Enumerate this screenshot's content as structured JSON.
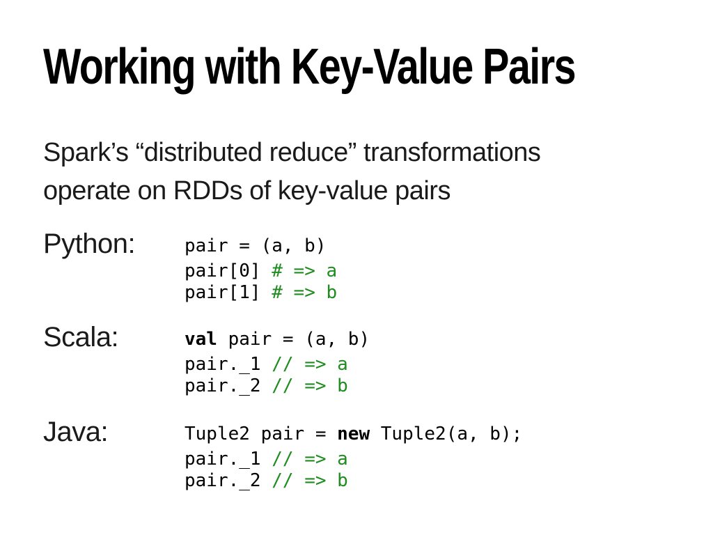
{
  "slide": {
    "title": "Working with Key-Value Pairs",
    "subtitle": {
      "line1": "Spark’s “distributed reduce” transformations",
      "line2": "operate on RDDs of key-value pairs"
    },
    "colors": {
      "background": "#ffffff",
      "title_text": "#000000",
      "body_text": "#1a1a1a",
      "code_text": "#000000",
      "comment_green": "#1f8c1f"
    },
    "sections": [
      {
        "id": "python",
        "label": "Python:",
        "code_lines": [
          {
            "segments": [
              {
                "text": "pair = (a, b)",
                "style": "plain"
              }
            ]
          },
          {
            "segments": [
              {
                "text": "pair[0] ",
                "style": "plain"
              },
              {
                "text": "# => a",
                "style": "comment"
              }
            ]
          },
          {
            "segments": [
              {
                "text": "pair[1] ",
                "style": "plain"
              },
              {
                "text": "# => b",
                "style": "comment"
              }
            ]
          }
        ]
      },
      {
        "id": "scala",
        "label": "Scala:",
        "code_lines": [
          {
            "segments": [
              {
                "text": "val",
                "style": "bold"
              },
              {
                "text": " pair = (a, b)",
                "style": "plain"
              }
            ]
          },
          {
            "segments": [
              {
                "text": "pair._1 ",
                "style": "plain"
              },
              {
                "text": "// => a",
                "style": "comment"
              }
            ]
          },
          {
            "segments": [
              {
                "text": "pair._2 ",
                "style": "plain"
              },
              {
                "text": "// => b",
                "style": "comment"
              }
            ]
          }
        ]
      },
      {
        "id": "java",
        "label": "Java:",
        "code_lines": [
          {
            "segments": [
              {
                "text": "Tuple2 pair = ",
                "style": "plain"
              },
              {
                "text": "new",
                "style": "bold"
              },
              {
                "text": " Tuple2(a, b);",
                "style": "plain"
              }
            ]
          },
          {
            "segments": [
              {
                "text": "pair._1 ",
                "style": "plain"
              },
              {
                "text": "// => a",
                "style": "comment"
              }
            ]
          },
          {
            "segments": [
              {
                "text": "pair._2 ",
                "style": "plain"
              },
              {
                "text": "// => b",
                "style": "comment"
              }
            ]
          }
        ]
      }
    ]
  }
}
